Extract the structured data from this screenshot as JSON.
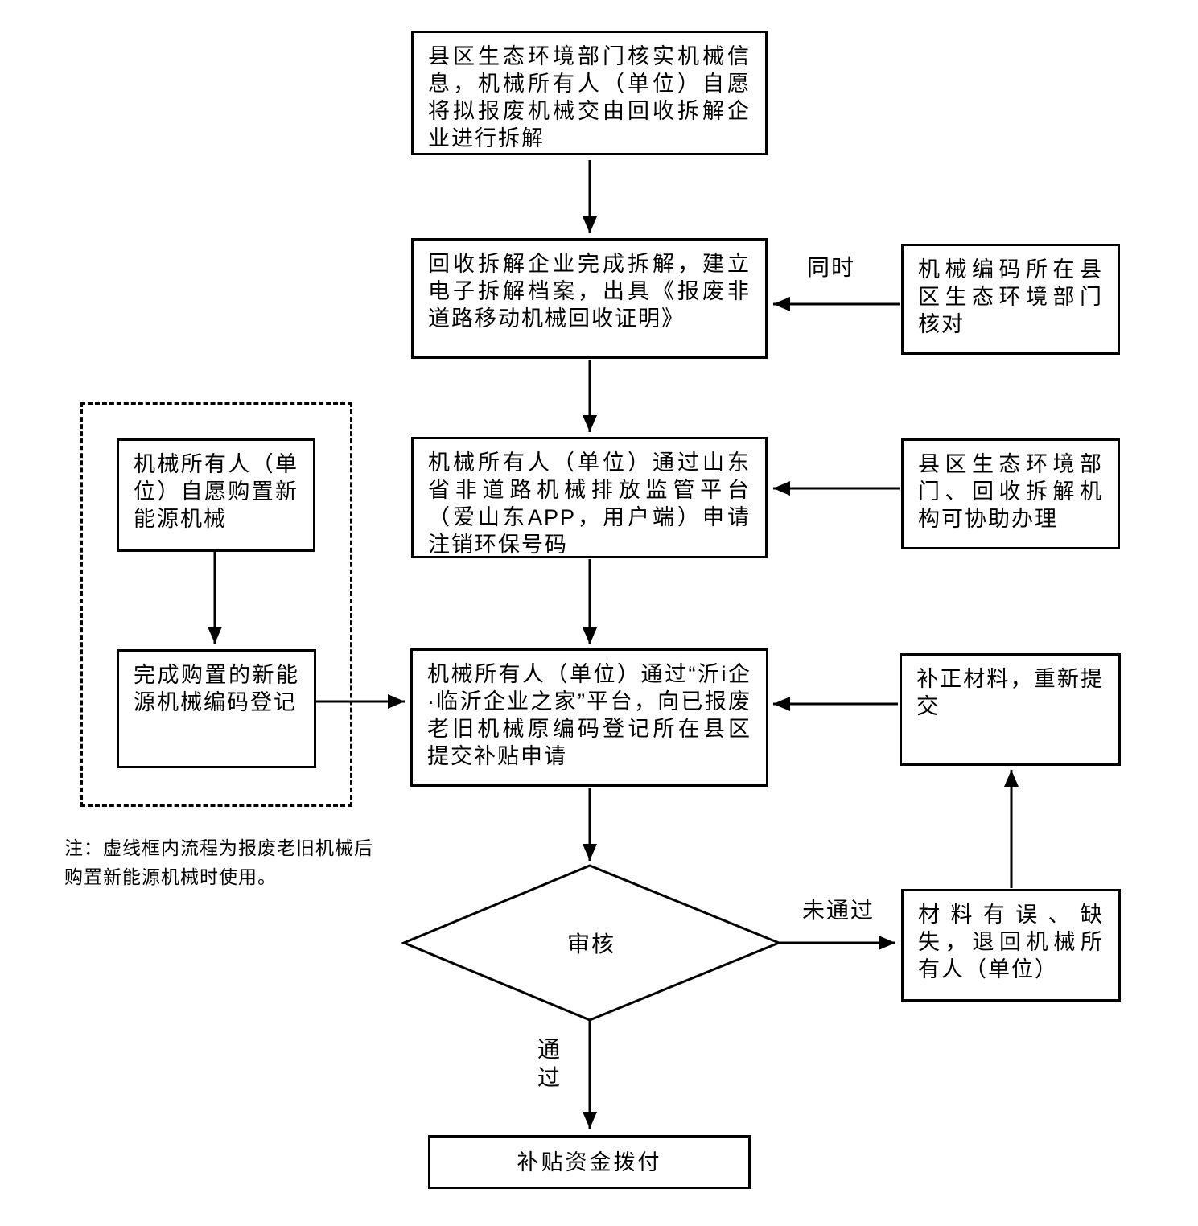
{
  "diagram": {
    "main_flow": {
      "verify_box": "县区生态环境部门核实机械信息，机械所有人（单位）自愿将拟报废机械交由回收拆解企业进行拆解",
      "dismantle_box": "回收拆解企业完成拆解，建立电子拆解档案，出具《报废非道路移动机械回收证明》",
      "cancel_code_box": "机械所有人（单位）通过山东省非道路机械排放监管平台（爱山东APP，用户端）申请注销环保号码",
      "submit_subsidy_box": "机械所有人（单位）通过“沂i企·临沂企业之家”平台，向已报废老旧机械原编码登记所在县区提交补贴申请",
      "review_diamond": "审核",
      "funds_box": "补贴资金拨付"
    },
    "side_boxes": {
      "code_check_box": "机械编码所在县区生态环境部门核对",
      "assist_box": "县区生态环境部门、回收拆解机构可协助办理",
      "resubmit_box": "补正材料，重新提交",
      "return_box": "材料有误、缺失，退回机械所有人（单位）"
    },
    "dashed_group": {
      "purchase_box": "机械所有人（单位）自愿购置新能源机械",
      "register_box": "完成购置的新能源机械编码登记"
    },
    "edge_labels": {
      "simultaneous": "同时",
      "not_passed": "未通过",
      "passed": "通过"
    },
    "note": "注：虚线框内流程为报废老旧机械后购置新能源机械时使用。"
  }
}
